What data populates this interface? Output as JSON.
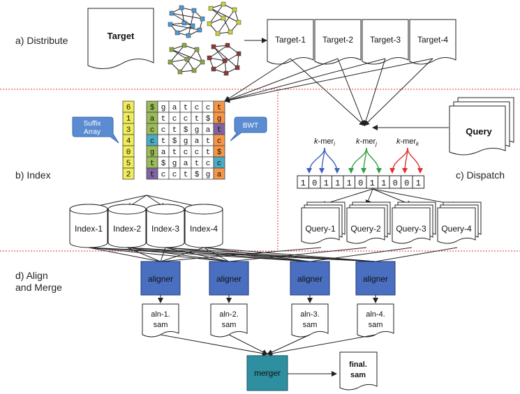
{
  "sections": {
    "distribute": "a) Distribute",
    "index": "b) Index",
    "dispatch": "c) Dispatch",
    "align_line1": "d) Align",
    "align_line2": "and Merge"
  },
  "target": {
    "label": "Target",
    "parts": [
      "Target-1",
      "Target-2",
      "Target-3",
      "Target-4"
    ]
  },
  "index": {
    "suffix_array_label_line1": "Suffix",
    "suffix_array_label_line2": "Array",
    "bwt_label": "BWT",
    "suffix_array": [
      "6",
      "1",
      "3",
      "4",
      "0",
      "5",
      "2"
    ],
    "first_column": [
      "$",
      "a",
      "c",
      "c",
      "g",
      "t",
      "t"
    ],
    "rotations": [
      [
        "$",
        "g",
        "a",
        "t",
        "c",
        "c",
        "t"
      ],
      [
        "a",
        "t",
        "c",
        "c",
        "t",
        "$",
        "g"
      ],
      [
        "c",
        "c",
        "t",
        "$",
        "g",
        "a",
        "t"
      ],
      [
        "c",
        "t",
        "$",
        "g",
        "a",
        "t",
        "c"
      ],
      [
        "g",
        "a",
        "t",
        "c",
        "c",
        "t",
        "$"
      ],
      [
        "t",
        "$",
        "g",
        "a",
        "t",
        "c",
        "c"
      ],
      [
        "t",
        "c",
        "c",
        "t",
        "$",
        "g",
        "a"
      ]
    ],
    "parts": [
      "Index-1",
      "Index-2",
      "Index-3",
      "Index-4"
    ]
  },
  "query": {
    "label": "Query",
    "kmers": [
      {
        "base": "k",
        "text": "-mer",
        "sub": "i"
      },
      {
        "base": "k",
        "text": "-mer",
        "sub": "j"
      },
      {
        "base": "k",
        "text": "-mer",
        "sub": "k"
      }
    ],
    "bits": [
      "1",
      "0",
      "1",
      "1",
      "1",
      "0",
      "1",
      "1",
      "0",
      "0",
      "1"
    ],
    "parts": [
      "Query-1",
      "Query-2",
      "Query-3",
      "Query-4"
    ]
  },
  "align": {
    "aligner_label": "aligner",
    "outputs": [
      {
        "line1": "aln-1.",
        "line2": "sam"
      },
      {
        "line1": "aln-2.",
        "line2": "sam"
      },
      {
        "line1": "aln-3.",
        "line2": "sam"
      },
      {
        "line1": "aln-4.",
        "line2": "sam"
      }
    ],
    "merger_label": "merger",
    "final_line1": "final.",
    "final_line2": "sam"
  },
  "colors": {
    "separator": "#e03030",
    "aligner": "#4a6fc0",
    "merger": "#2e8fa0",
    "suffix_array": "#f0ec5a",
    "bwt_first": [
      "#9bbb59",
      "#9bbb59",
      "#9bbb59",
      "#4bacc6",
      "#9bbb59",
      "#9bbb59",
      "#8064a2"
    ],
    "bwt_last": [
      "#f79646",
      "#f79646",
      "#8064a2",
      "#f79646",
      "#f79646",
      "#4bacc6",
      "#f79646"
    ],
    "callout": "#4f81bd",
    "kmer_arrows": [
      "#4060c0",
      "#30a040",
      "#e03030"
    ],
    "graph_nodes": [
      "#4f9ad8",
      "#c8d040",
      "#8aa848",
      "#8a3a3a"
    ]
  }
}
